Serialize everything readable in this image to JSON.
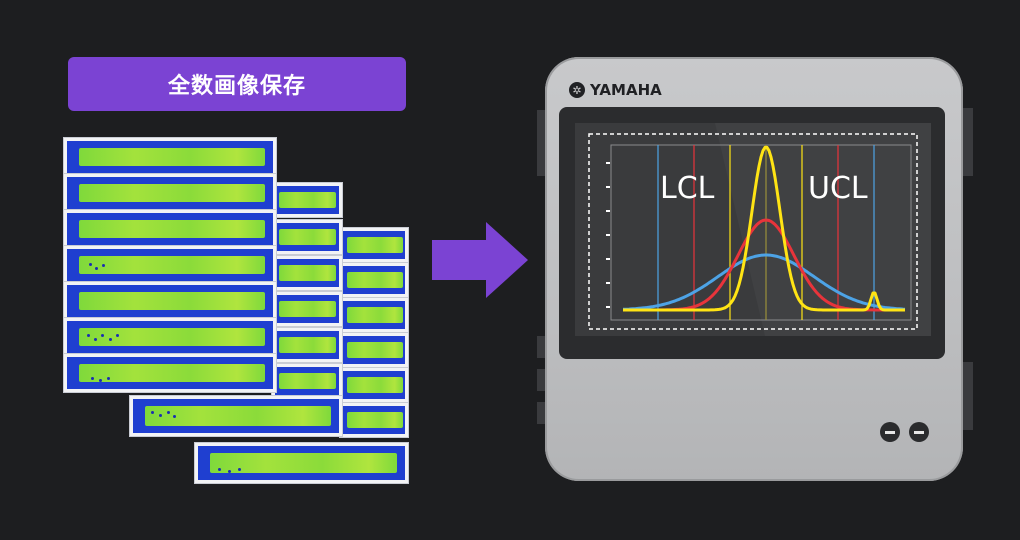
{
  "banner": {
    "label": "全数画像保存"
  },
  "device": {
    "brand": "YAMAHA"
  },
  "chart_data": {
    "type": "line",
    "annotations": [
      "LCL",
      "UCL"
    ],
    "series": [
      {
        "color": "#4da3e6"
      },
      {
        "color": "#e8343b"
      },
      {
        "color": "#ffe414"
      }
    ]
  },
  "colors": {
    "accent": "#7b43d3",
    "background": "#1d1e20",
    "strip_frame": "#1f3fd0",
    "strip_fill": "#8fdc3c"
  },
  "icons": {
    "arrow": "right-arrow-icon",
    "brand_mark": "yamaha-tuning-fork-icon"
  }
}
